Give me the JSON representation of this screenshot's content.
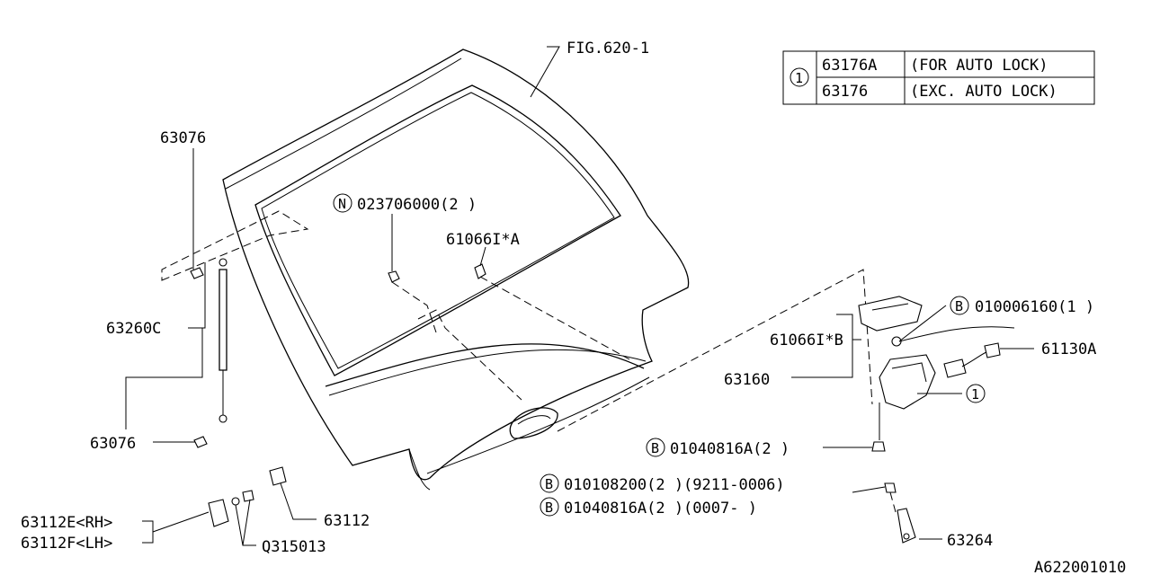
{
  "figure_ref": "FIG.620-1",
  "diagram_id": "A622001010",
  "table": {
    "symbol": "1",
    "rows": [
      {
        "part": "63176A",
        "note": "(FOR AUTO LOCK)"
      },
      {
        "part": "63176",
        "note": "(EXC. AUTO LOCK)"
      }
    ]
  },
  "callouts": {
    "stay_upper_bolt": "63076",
    "stay": "63260C",
    "stay_lower_bolt": "63076",
    "nut_prefix": "N",
    "nut": "023706000(2 )",
    "clip_a": "61066I*A",
    "clip_b": "61066I*B",
    "lock_assy": "63160",
    "bolt_top_prefix": "B",
    "bolt_top": "010006160(1 )",
    "harness": "61130A",
    "lock_symbol": "1",
    "bolt_lock_prefix": "B",
    "bolt_lock": "01040816A(2 )",
    "striker_bolt1_prefix": "B",
    "striker_bolt1": "010108200(2 )(9211-0006)",
    "striker_bolt2_prefix": "B",
    "striker_bolt2": "01040816A(2 )(0007-    )",
    "striker": "63264",
    "hinge_rh": "63112E<RH>",
    "hinge_lh": "63112F<LH>",
    "hinge_cover": "63112",
    "hinge_bolt": "Q315013"
  }
}
